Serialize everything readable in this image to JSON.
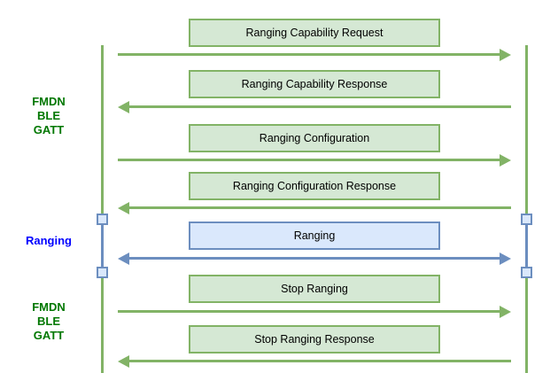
{
  "diagram": {
    "type": "sequence-diagram",
    "background": "#ffffff",
    "palette": {
      "green-fill": "#d5e8d4",
      "green-stroke": "#82b366",
      "blue-fill": "#dae8fc",
      "blue-stroke": "#6c8ebf",
      "phase-green": "#007700",
      "phase-blue": "#0000ff",
      "text": "#000000",
      "background": "#ffffff"
    },
    "phases": [
      {
        "label": "FMDN BLE GATT",
        "lines": [
          "FMDN",
          "BLE",
          "GATT"
        ],
        "color": "#007700"
      },
      {
        "label": "Ranging",
        "lines": [
          "Ranging"
        ],
        "color": "#0000ff"
      },
      {
        "label": "FMDN BLE GATT",
        "lines": [
          "FMDN",
          "BLE",
          "GATT"
        ],
        "color": "#007700"
      }
    ],
    "messages": [
      {
        "label": "Ranging Capability Request",
        "direction": "right",
        "style": "green"
      },
      {
        "label": "Ranging Capability Response",
        "direction": "left",
        "style": "green"
      },
      {
        "label": "Ranging Configuration",
        "direction": "right",
        "style": "green"
      },
      {
        "label": "Ranging Configuration Response",
        "direction": "left",
        "style": "green"
      },
      {
        "label": "Ranging",
        "direction": "both",
        "style": "blue"
      },
      {
        "label": "Stop Ranging",
        "direction": "right",
        "style": "green"
      },
      {
        "label": "Stop Ranging Response",
        "direction": "left",
        "style": "green"
      }
    ]
  }
}
